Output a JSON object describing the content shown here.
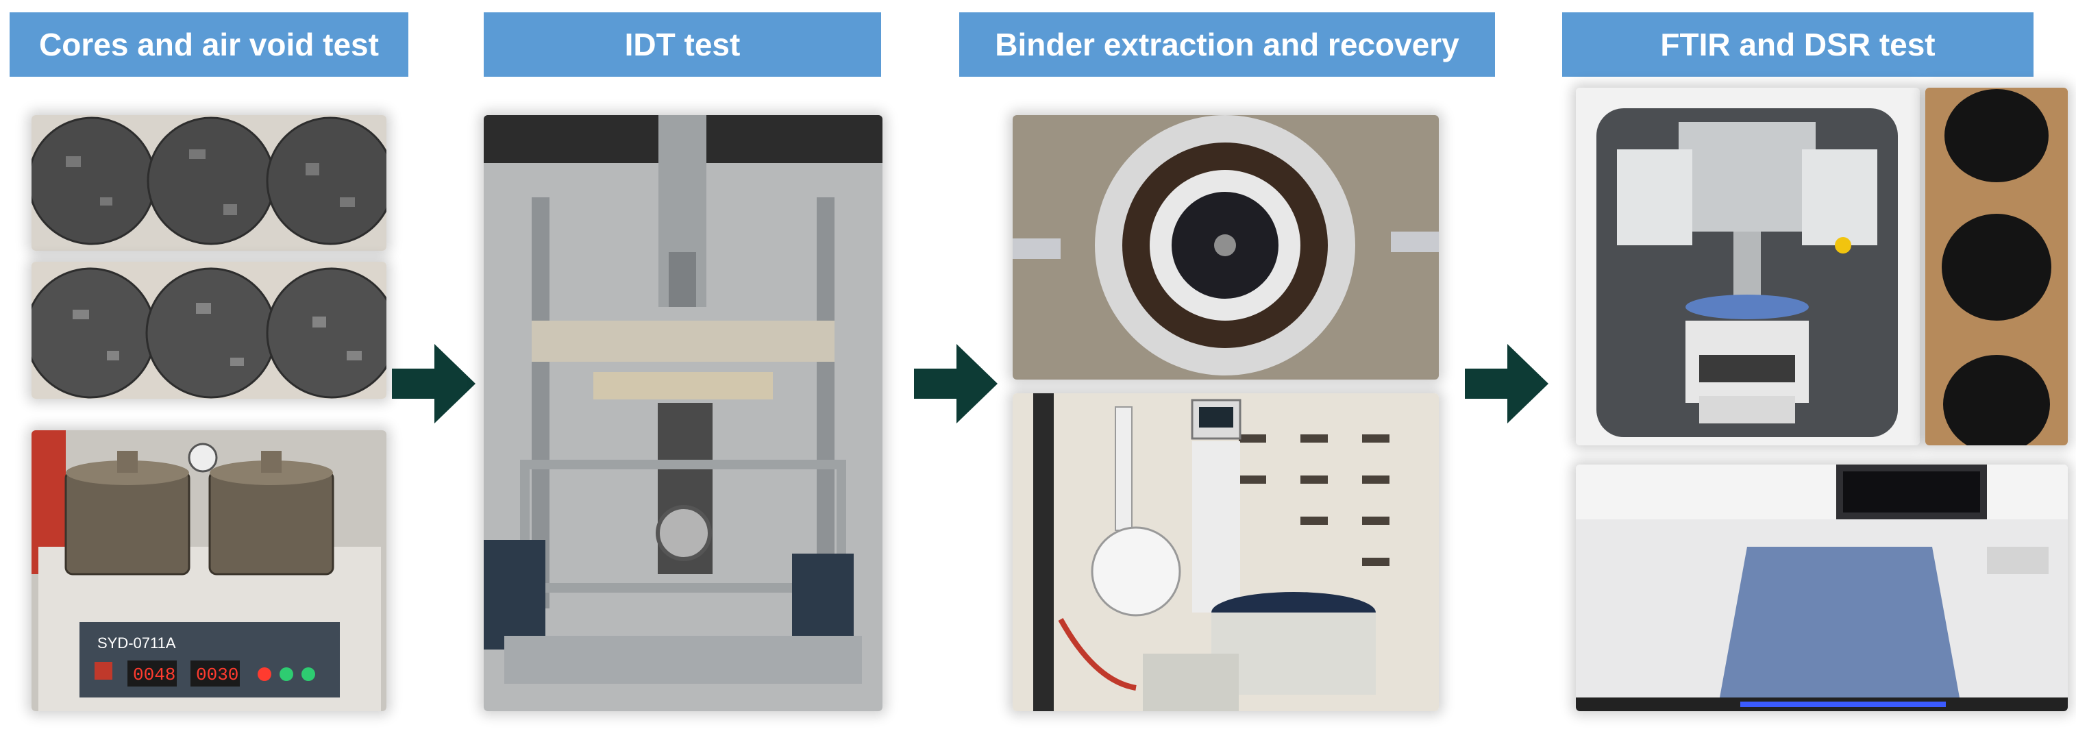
{
  "stages": [
    {
      "title": "Cores and air void test"
    },
    {
      "title": "IDT test"
    },
    {
      "title": "Binder extraction and recovery"
    },
    {
      "title": "FTIR and DSR test"
    }
  ],
  "device_labels": {
    "vacuum_sealer_model": "SYD-0711A",
    "display_left": "0048",
    "display_right": "0030"
  },
  "colors": {
    "banner": "#5b9bd5",
    "banner_text": "#ffffff",
    "arrow": "#0d3b35"
  },
  "icons": [
    "right-arrow-icon"
  ]
}
